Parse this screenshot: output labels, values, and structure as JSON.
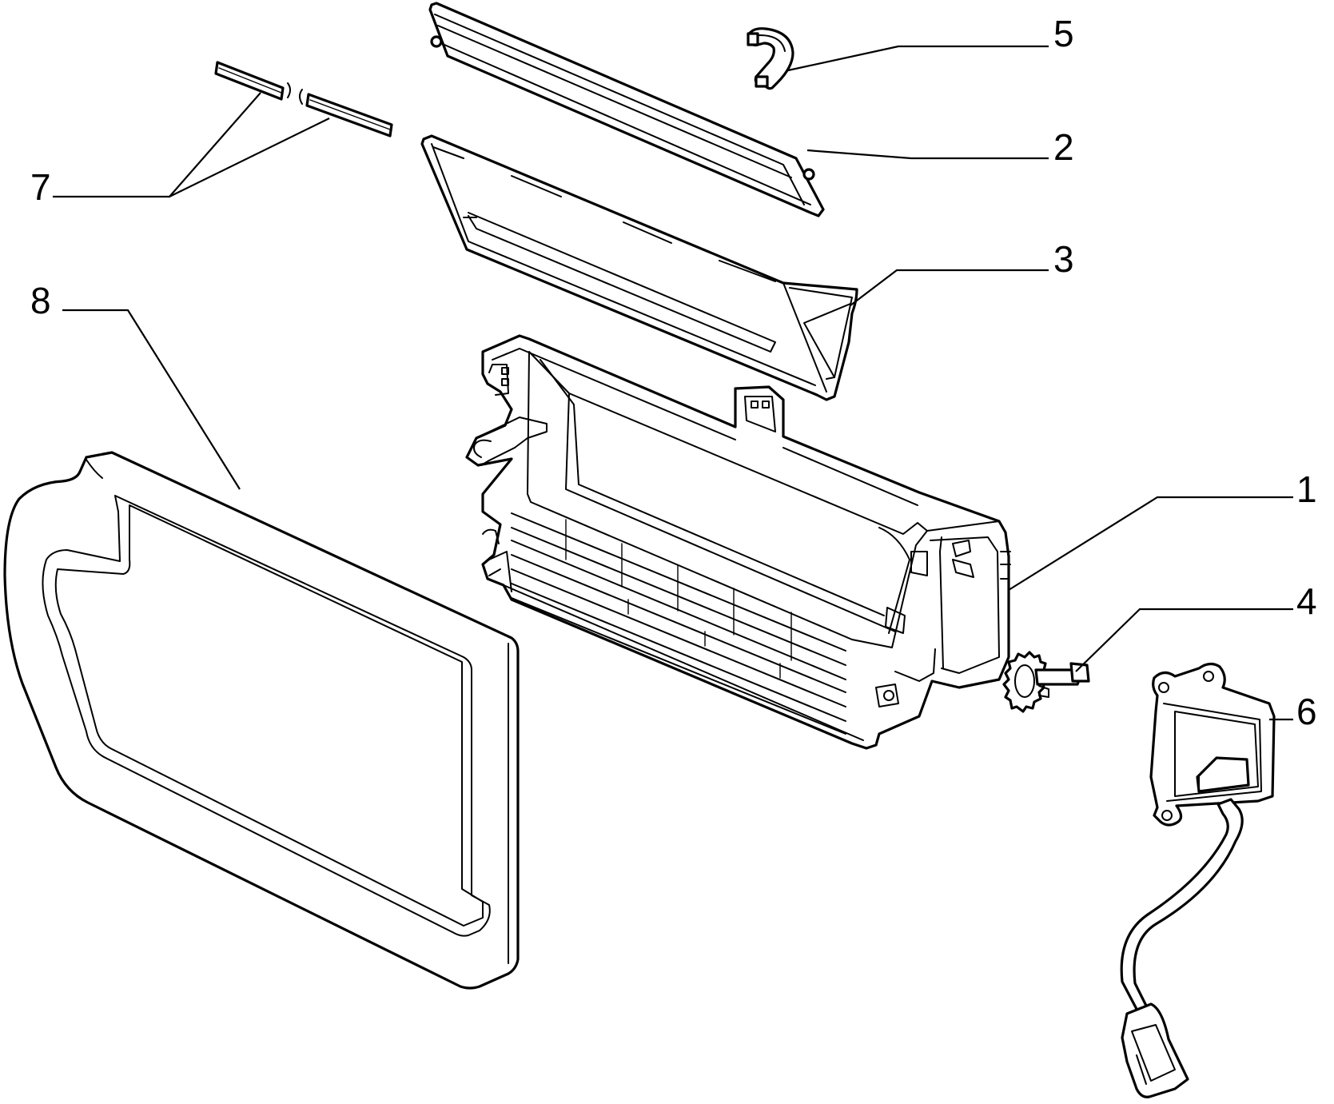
{
  "diagram": {
    "background": "#ffffff",
    "line_color": "#000000",
    "callouts": [
      {
        "id": "1",
        "label": "1",
        "part": "heater-housing"
      },
      {
        "id": "2",
        "label": "2",
        "part": "upper-cover-flap"
      },
      {
        "id": "3",
        "label": "3",
        "part": "air-duct-tray"
      },
      {
        "id": "4",
        "label": "4",
        "part": "gear-shaft"
      },
      {
        "id": "5",
        "label": "5",
        "part": "hose-clip"
      },
      {
        "id": "6",
        "label": "6",
        "part": "actuator-motor-with-cable"
      },
      {
        "id": "7",
        "label": "7",
        "part": "seal-strip"
      },
      {
        "id": "8",
        "label": "8",
        "part": "gasket-frame"
      }
    ]
  }
}
